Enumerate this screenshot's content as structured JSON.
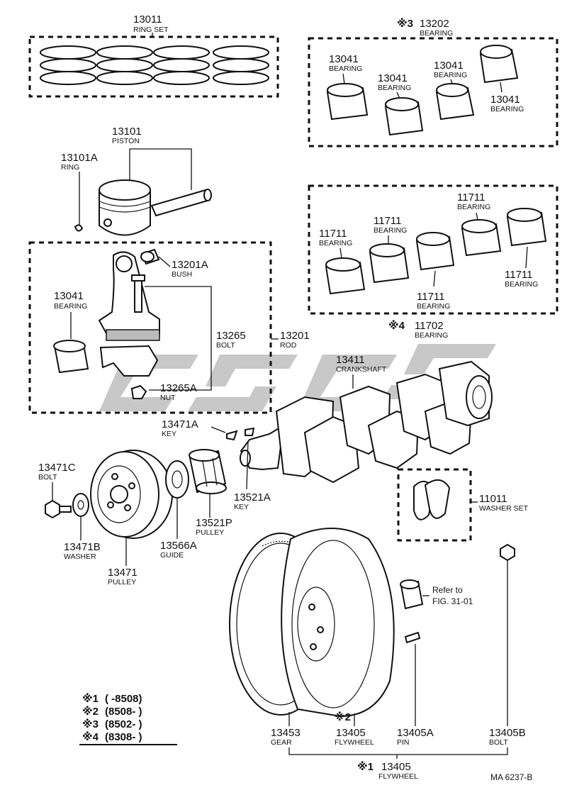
{
  "callouts": {
    "ring_set": {
      "number": "13011",
      "label": "RING SET"
    },
    "piston": {
      "number": "13101",
      "label": "PISTON"
    },
    "piston_ring": {
      "number": "13101A",
      "label": "RING"
    },
    "bush": {
      "number": "13201A",
      "label": "BUSH"
    },
    "rod_bearing": {
      "number": "13041",
      "label": "BEARING"
    },
    "rod_bolt": {
      "number": "13265",
      "label": "BOLT"
    },
    "rod": {
      "number": "13201",
      "label": "ROD"
    },
    "rod_nut": {
      "number": "13265A",
      "label": "NUT"
    },
    "main_set": {
      "mark": "※3",
      "number": "13202",
      "label": "BEARING"
    },
    "main_b1": {
      "number": "13041",
      "label": "BEARING"
    },
    "main_b2": {
      "number": "13041",
      "label": "BEARING"
    },
    "main_b3": {
      "number": "13041",
      "label": "BEARING"
    },
    "main_b4": {
      "number": "13041",
      "label": "BEARING"
    },
    "cb1": {
      "number": "11711",
      "label": "BEARING"
    },
    "cb2": {
      "number": "11711",
      "label": "BEARING"
    },
    "cb3": {
      "number": "11711",
      "label": "BEARING"
    },
    "cb4": {
      "number": "11711",
      "label": "BEARING"
    },
    "cb5": {
      "number": "11711",
      "label": "BEARING"
    },
    "cb_set": {
      "mark": "※4",
      "number": "11702",
      "label": "BEARING"
    },
    "crankshaft": {
      "number": "13411",
      "label": "CRANKSHAFT"
    },
    "key_a": {
      "number": "13471A",
      "label": "KEY"
    },
    "key_b": {
      "number": "13521A",
      "label": "KEY"
    },
    "pulley_bolt": {
      "number": "13471C",
      "label": "BOLT"
    },
    "washer": {
      "number": "13471B",
      "label": "WASHER"
    },
    "pulley": {
      "number": "13471",
      "label": "PULLEY"
    },
    "guide": {
      "number": "13566A",
      "label": "GUIDE"
    },
    "pulley_p": {
      "number": "13521P",
      "label": "PULLEY"
    },
    "washer_set": {
      "number": "11011",
      "label": "WASHER SET"
    },
    "fw_bolt": {
      "number": "13405B",
      "label": "BOLT"
    },
    "gear": {
      "number": "13453",
      "label": "GEAR"
    },
    "flywheel": {
      "mark": "※2",
      "number": "13405",
      "label": "FLYWHEEL"
    },
    "pin": {
      "number": "13405A",
      "label": "PIN"
    },
    "flywheel_set": {
      "mark": "※1",
      "number": "13405",
      "label": "FLYWHEEL"
    },
    "refer": {
      "line1": "Refer to",
      "line2": "FIG. 31-01"
    }
  },
  "legend": [
    {
      "mark": "※1",
      "code": "(      -8508)"
    },
    {
      "mark": "※2",
      "code": "(8508-       )"
    },
    {
      "mark": "※3",
      "code": "(8502-       )"
    },
    {
      "mark": "※4",
      "code": "(8308-       )"
    }
  ],
  "figure_code": "MA  6237-B"
}
